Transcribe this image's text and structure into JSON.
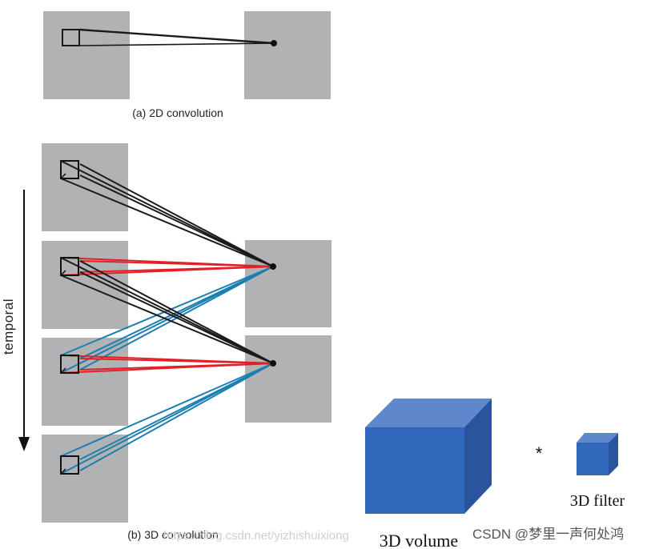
{
  "captions": {
    "conv2d": "(a) 2D convolution",
    "conv3d": "(b) 3D convolution"
  },
  "axis_label": "temporal",
  "operator": "*",
  "volume_label": "3D volume",
  "filter_label": "3D filter",
  "watermarks": {
    "url": "https://blog.csdn.net/yizhishuixiong",
    "credit": "CSDN @梦里一声何处鸿"
  },
  "colors": {
    "frame": "#b1b2b4",
    "black_lines": "#1a1a1a",
    "red_lines": "#e21f26",
    "blue_lines": "#1b7fb0",
    "cube_front": "#3168bc",
    "cube_top": "#5f87cb",
    "cube_side": "#2a559c"
  }
}
